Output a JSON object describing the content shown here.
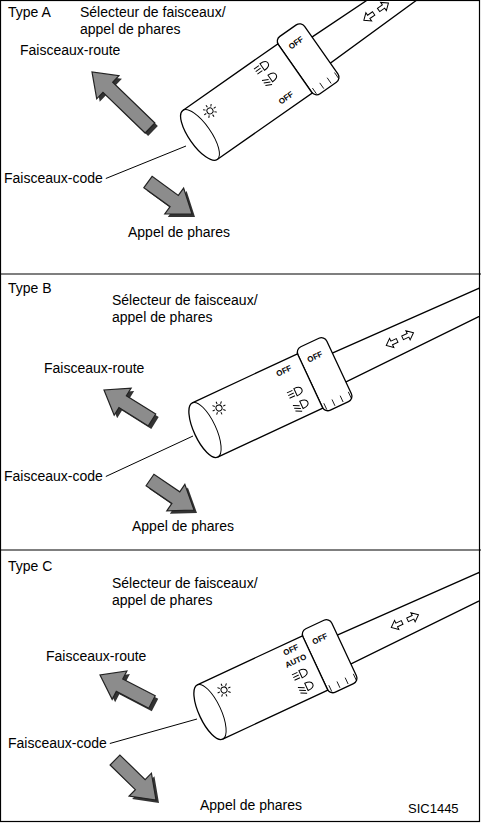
{
  "diagram": {
    "labels": [
      "Type A",
      "Sélecteur de faisceaux/ appel de phares",
      "Faisceaux-route",
      "Faisceaux-code",
      "Appel de phares",
      "OFF",
      "OFF",
      "Type B",
      "Sélecteur de faisceaux/ appel de phares",
      "Faisceaux-route",
      "Faisceaux-code",
      "Appel de phares",
      "OFF",
      "OFF",
      "Type C",
      "Sélecteur de faisceaux/ appel de phares",
      "Faisceaux-route",
      "Faisceaux-code",
      "Appel de phares",
      "OFF",
      "AUTO",
      "OFF",
      "SIC1445"
    ]
  }
}
